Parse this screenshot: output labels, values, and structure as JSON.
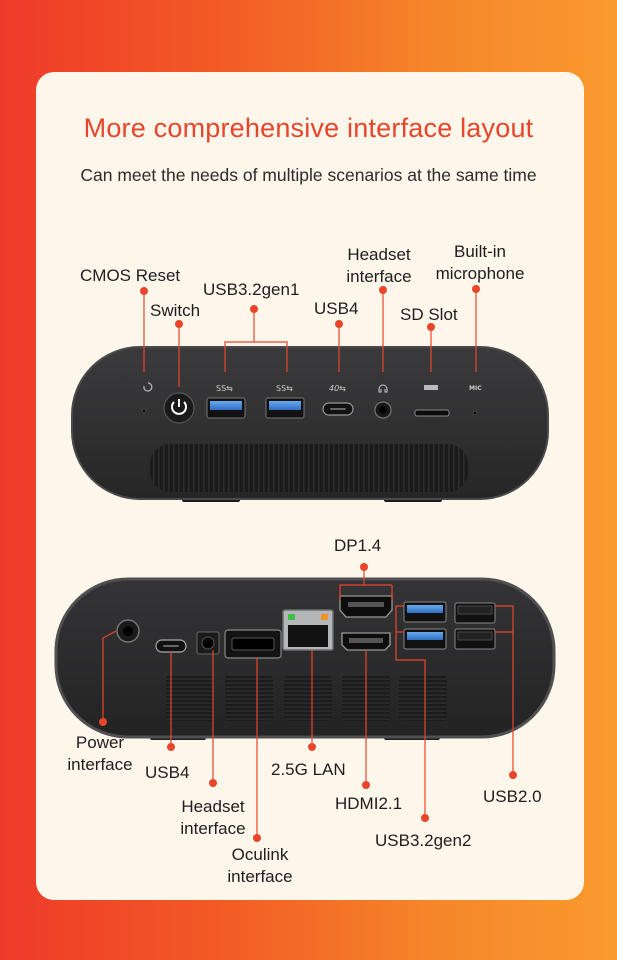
{
  "title": "More comprehensive interface layout",
  "subtitle": "Can meet the needs of multiple scenarios at the same time",
  "colors": {
    "accent": "#e8452b",
    "device": "#333333",
    "card": "#fdf6ea"
  },
  "front_panel": {
    "labels": {
      "cmos_reset": "CMOS Reset",
      "switch": "Switch",
      "usb32gen1": "USB3.2gen1",
      "usb4": "USB4",
      "headset_line1": "Headset",
      "headset_line2": "interface",
      "sd_slot": "SD Slot",
      "builtin_line1": "Built-in",
      "builtin_line2": "microphone"
    },
    "markings": {
      "usb_a": "SS⇆",
      "usb_c": "40⇆",
      "mic": "MIC"
    }
  },
  "rear_panel": {
    "labels": {
      "dp14": "DP1.4",
      "power_line1": "Power",
      "power_line2": "interface",
      "usb4": "USB4",
      "headset_line1": "Headset",
      "headset_line2": "interface",
      "oculink_line1": "Oculink",
      "oculink_line2": "interface",
      "lan": "2.5G LAN",
      "hdmi": "HDMI2.1",
      "usb32gen2": "USB3.2gen2",
      "usb20": "USB2.0"
    }
  }
}
